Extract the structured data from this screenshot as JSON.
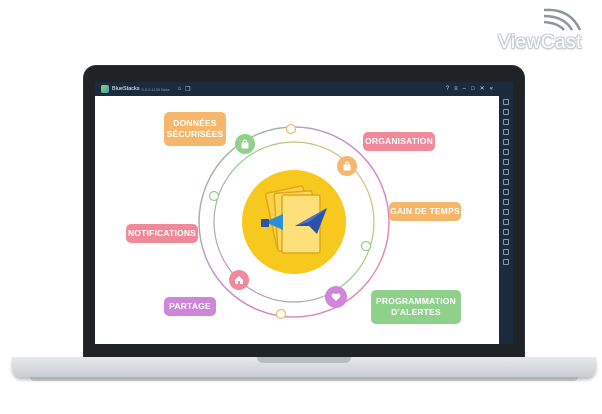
{
  "watermark": {
    "brand": "ViewCast",
    "icon": "signal-arcs-icon"
  },
  "emulator": {
    "title": "BlueStacks",
    "version": "5.0.0.1130 Beta",
    "toolbar_icons": [
      "help-icon",
      "menu-icon",
      "minimize-icon",
      "restore-icon",
      "close-icon",
      "back-icon"
    ],
    "side_icons": [
      "fullscreen-icon",
      "volume-up-icon",
      "volume-down-icon",
      "screen-record-icon",
      "screenshot-icon",
      "keyboard-icon",
      "rotate-icon",
      "shake-icon",
      "location-icon",
      "folder-icon",
      "copy-icon",
      "layers-icon",
      "apk-icon",
      "settings-icon",
      "back-nav-icon",
      "home-nav-icon",
      "recent-apps-icon"
    ]
  },
  "app": {
    "features": {
      "donnees": "DONNÉES\nSÉCURISÉES",
      "organisation": "ORGANISATION",
      "gain": "GAIN DE TEMPS",
      "notifications": "NOTIFICATIONS",
      "partage": "PARTAGE",
      "programmation": "PROGRAMMATION\nD'ALERTES"
    },
    "colors": {
      "orange": "#f5b76b",
      "pink": "#f08a9b",
      "purple": "#cf86d8",
      "green": "#8fd08b",
      "yellow": "#f7c81e",
      "blue": "#2a52a8"
    }
  }
}
